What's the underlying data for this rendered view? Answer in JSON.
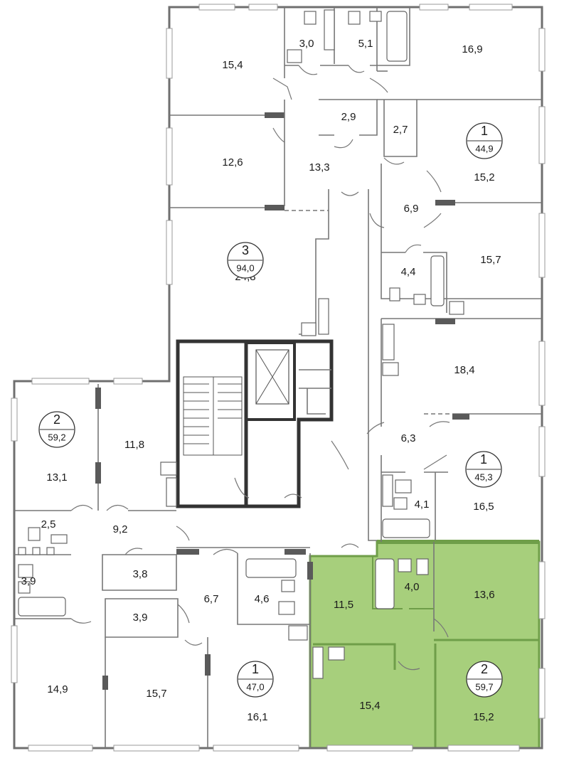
{
  "colors": {
    "highlight_fill": "#a7cf7c",
    "highlight_stroke": "#6f9e49",
    "wall": "#6f6f6f"
  },
  "apartments": [
    {
      "id": "apt-3",
      "number": "3",
      "area": "94,0"
    },
    {
      "id": "apt-1-top",
      "number": "1",
      "area": "44,9"
    },
    {
      "id": "apt-2-left",
      "number": "2",
      "area": "59,2"
    },
    {
      "id": "apt-1-mid",
      "number": "1",
      "area": "45,3"
    },
    {
      "id": "apt-1-bottom",
      "number": "1",
      "area": "47,0"
    },
    {
      "id": "apt-2-highlighted",
      "number": "2",
      "area": "59,7",
      "highlighted": true
    }
  ],
  "rooms": [
    "15,4",
    "3,0",
    "5,1",
    "16,9",
    "2,9",
    "12,6",
    "13,3",
    "2,7",
    "15,2",
    "6,9",
    "24,8",
    "15,7",
    "4,4",
    "18,4",
    "11,8",
    "13,1",
    "6,3",
    "4,1",
    "16,5",
    "2,5",
    "9,2",
    "3,9",
    "3,8",
    "6,7",
    "4,6",
    "4,0",
    "11,5",
    "13,6",
    "3,9",
    "14,9",
    "15,7",
    "16,1",
    "15,4",
    "15,2"
  ]
}
